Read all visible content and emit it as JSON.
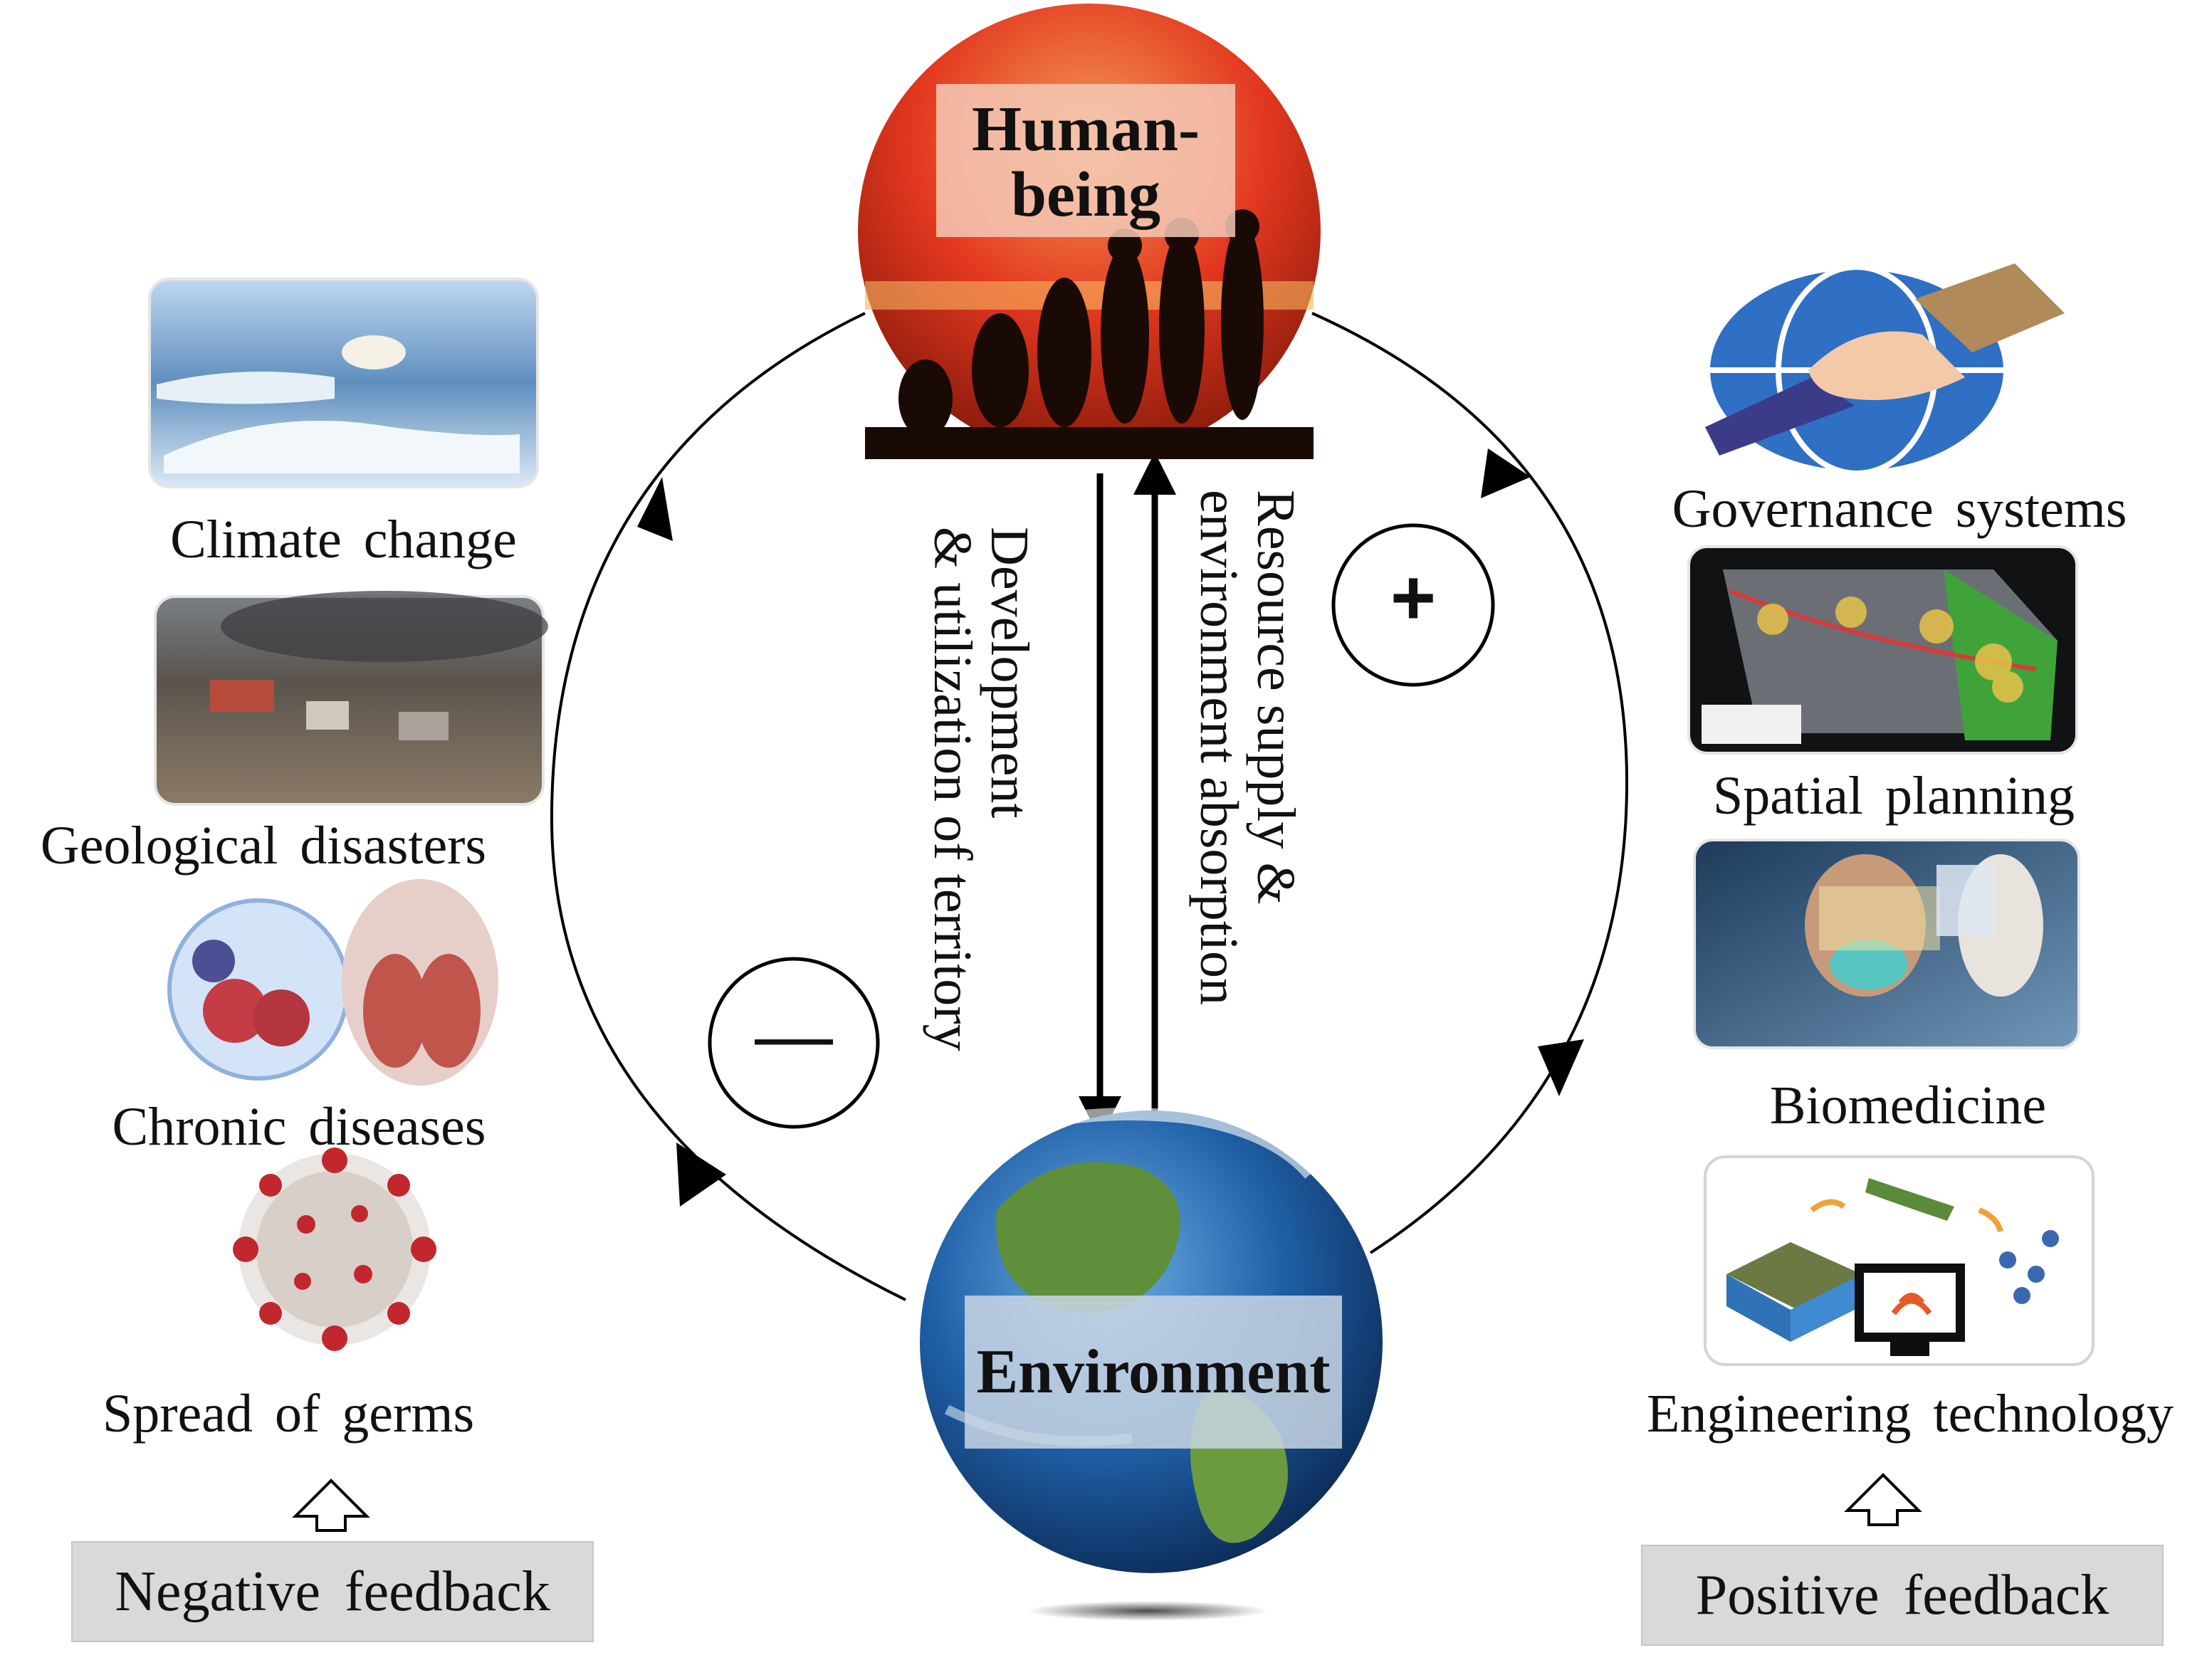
{
  "center": {
    "top_node": "Human-\nbeing",
    "bottom_node": "Environment",
    "down_arrow_label": "Development\n& utilization of territory",
    "up_arrow_label": "Resource supply &\nenvironment absorption",
    "plus_symbol": "+",
    "minus_symbol": "—"
  },
  "left": {
    "items": [
      "Climate change",
      "Geological disasters",
      "Chronic diseases",
      "Spread of germs"
    ],
    "feedback_label": "Negative feedback"
  },
  "right": {
    "items": [
      "Governance systems",
      "Spatial planning",
      "Biomedicine",
      "Engineering technology"
    ],
    "feedback_label": "Positive feedback"
  },
  "colors": {
    "sun_red": "#e2371f",
    "sun_orange": "#f07a3a",
    "ocean_blue": "#1f5fa6",
    "land_green": "#5f8f3a",
    "feedback_box": "#d9d9d9"
  }
}
